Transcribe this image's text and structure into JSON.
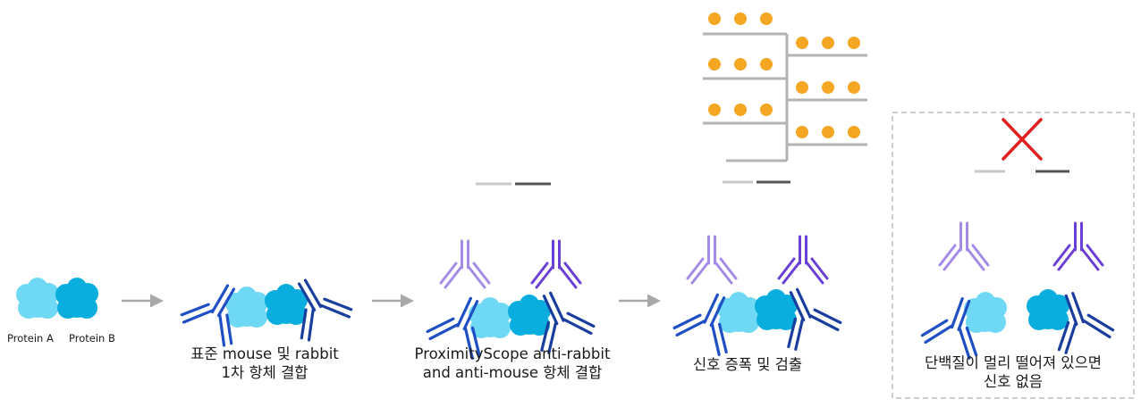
{
  "protein_labels": {
    "a": "Protein A",
    "b": "Protein B"
  },
  "captions": [
    {
      "id": "step-1",
      "lines": [
        "표준 mouse 및 rabbit",
        "1차 항체 결합"
      ]
    },
    {
      "id": "step-2",
      "lines": [
        "ProximityScope anti-rabbit",
        "and anti-mouse 항체 결합"
      ]
    },
    {
      "id": "step-3",
      "lines": [
        "신호 증폭 및 검출"
      ]
    },
    {
      "id": "step-4",
      "lines": [
        "단백질이 멀리 떨어져 있으면",
        "신호 없음"
      ]
    }
  ],
  "colors": {
    "protein_a": "#6fd9f5",
    "protein_b": "#0aaede",
    "primary_antibody": "#1f4fc4",
    "secondary_light": "#a58be8",
    "secondary_dark": "#6a3fd6",
    "arrow": "#a8a8a8",
    "amplifier": "#b3b3b3",
    "signal_dot": "#f5a623",
    "no_signal_cross": "#e02020",
    "panel_border": "#bdbdbd"
  },
  "icons": [
    "arrow-right-icon",
    "antibody-icon",
    "signal-dot-icon",
    "cross-icon"
  ]
}
